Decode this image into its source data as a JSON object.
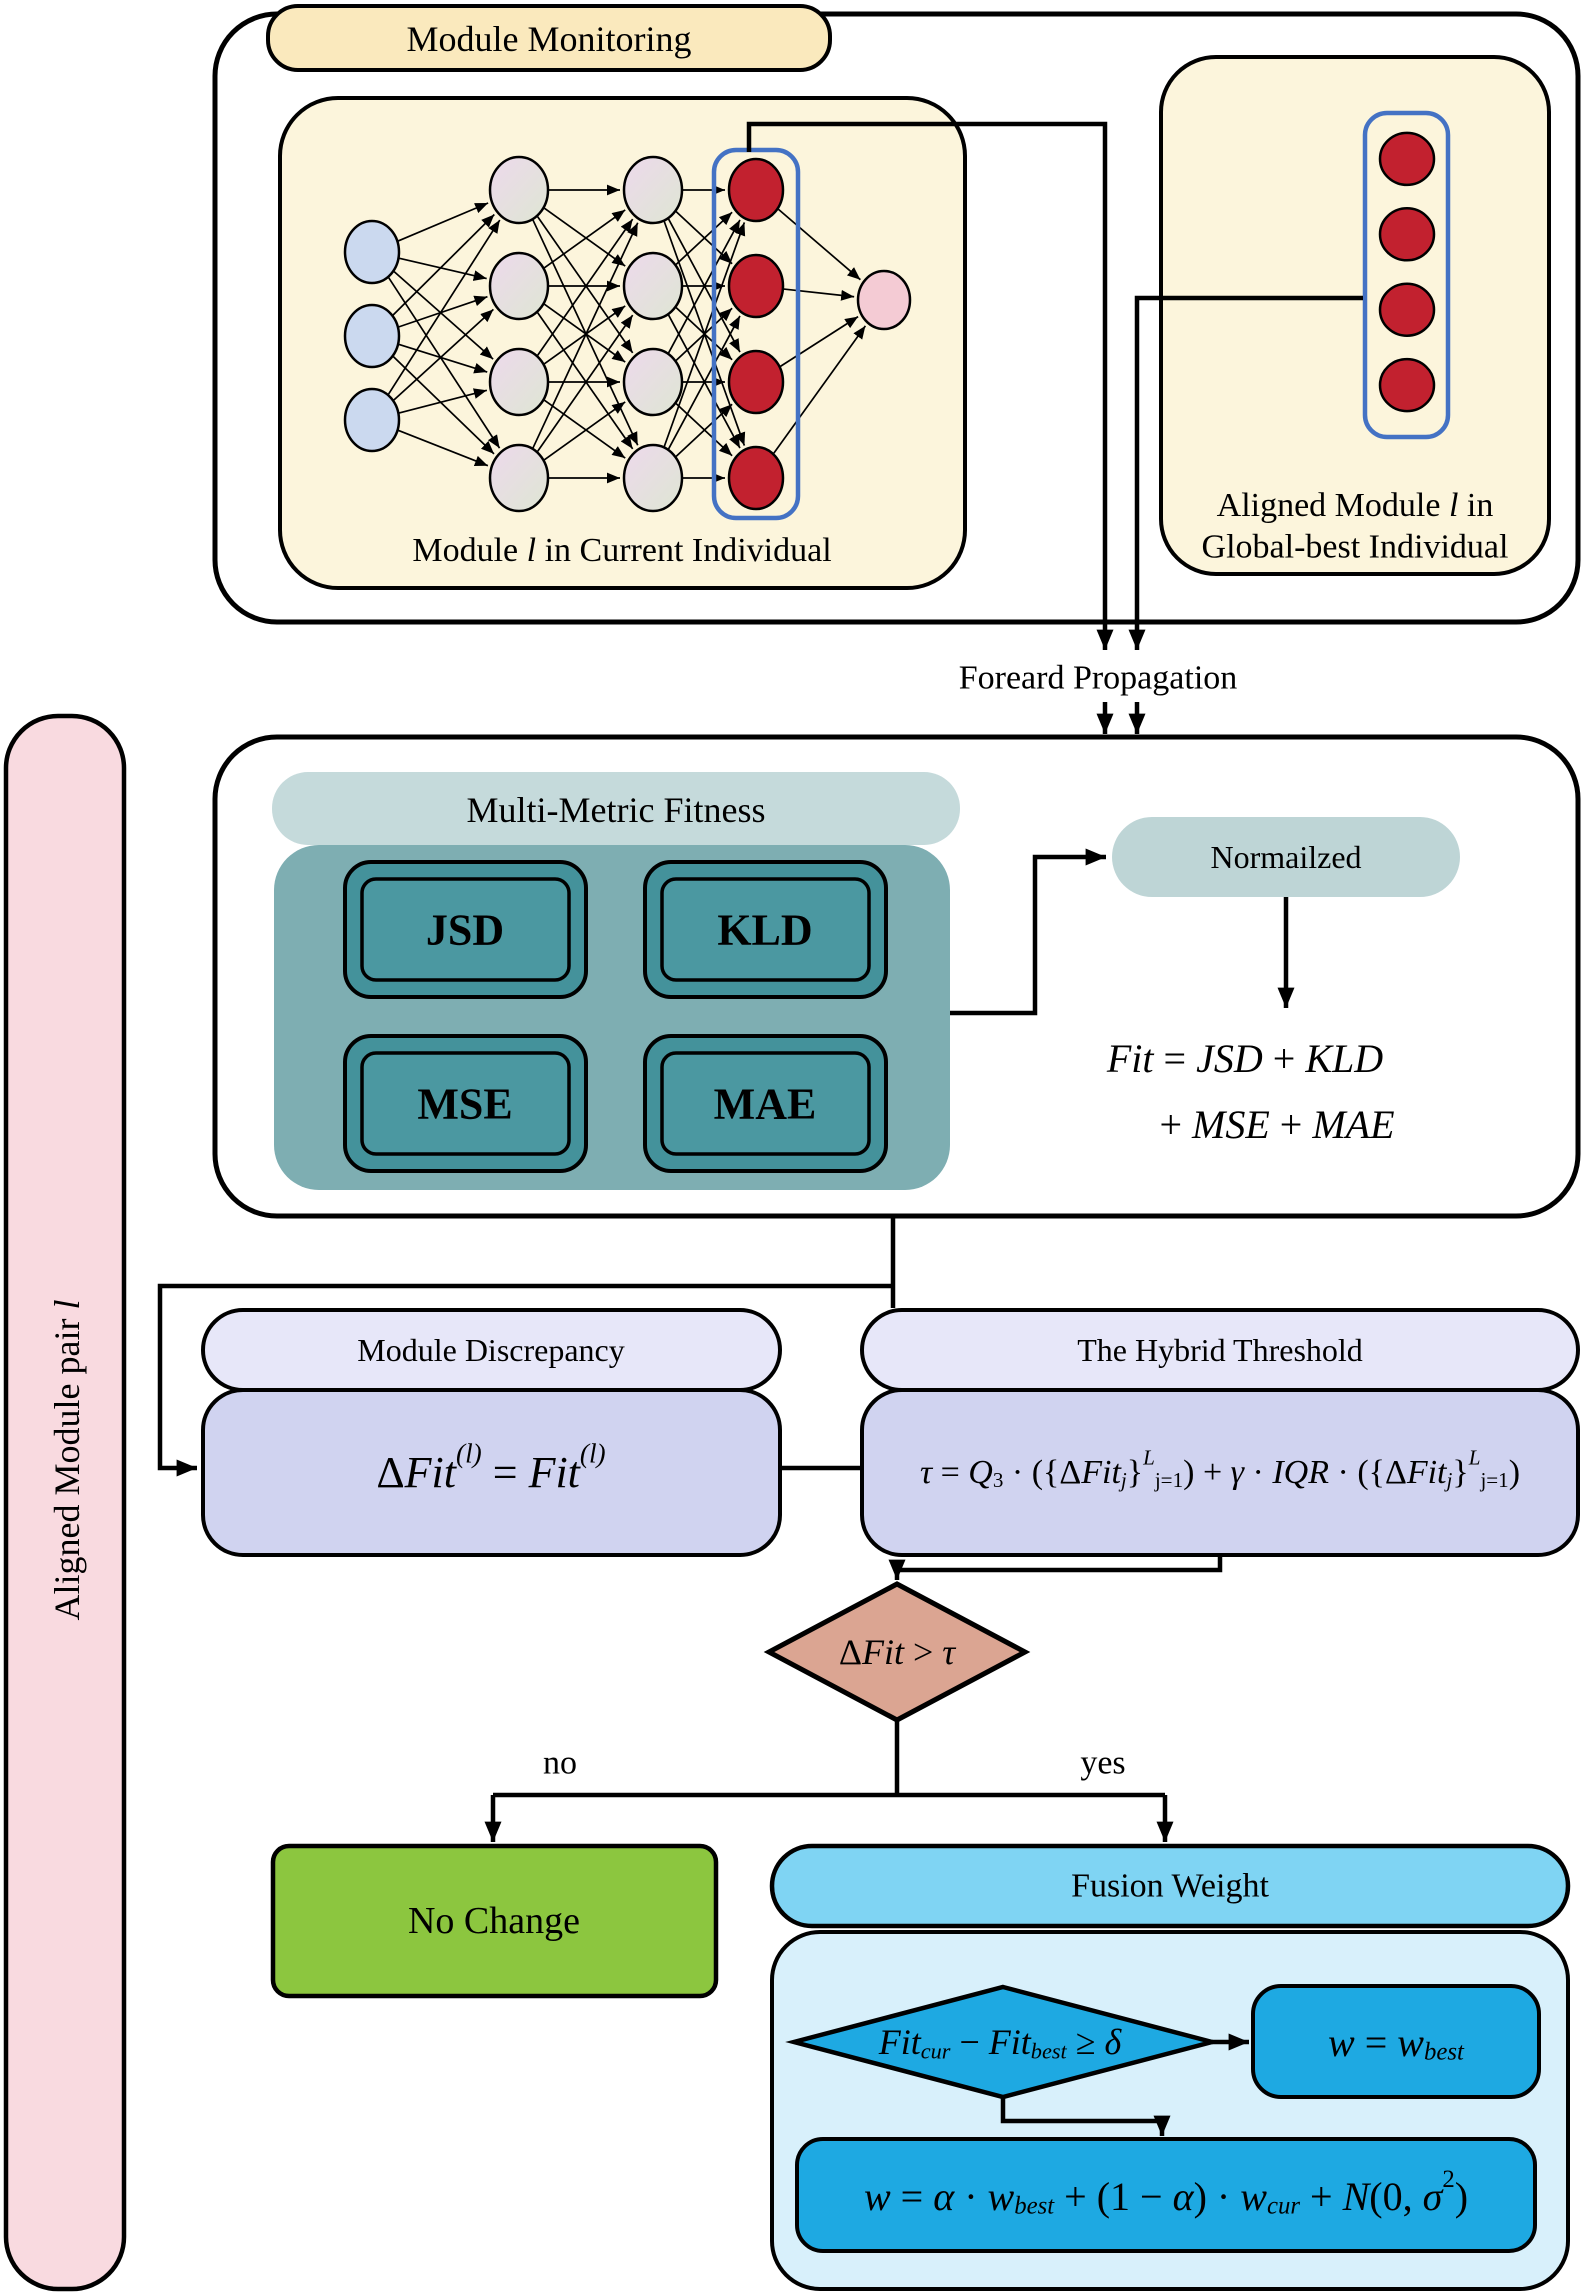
{
  "colors": {
    "cream": "#FCF5DC",
    "badge_yellow": "#FAE9BD",
    "pill_teal_light": "#C5DADB",
    "pill_teal_norm": "#BED5D6",
    "teal_panel": "#7EAEB2",
    "metric_outer": "#44929B",
    "metric_inner": "#4B98A1",
    "lavender_light": "#E7E7F9",
    "lavender": "#D0D3F0",
    "salmon": "#DBA592",
    "green": "#8CC63F",
    "sky_pill": "#7FD4F3",
    "sky_panel": "#D8F0FB",
    "bright_blue": "#1EA9E2",
    "pink_bar": "#F9DAE0",
    "node_blue": "#CBD9EF",
    "node_red": "#C2212F",
    "node_pink": "#F4CBD4",
    "node_grad_a": "#EDD9EC",
    "node_grad_b": "#DEE6D3",
    "module_stroke": "#4472C4"
  },
  "monitoring": {
    "badge": "Module Monitoring",
    "current_caption": [
      {
        "t": "Module "
      },
      {
        "t": "l",
        "i": true
      },
      {
        "t": " in Current Individual"
      }
    ],
    "aligned_caption1": [
      {
        "t": "Aligned Module "
      },
      {
        "t": "l",
        "i": true
      },
      {
        "t": " in"
      }
    ],
    "aligned_caption2": "Global-best Individual"
  },
  "network": {
    "layers": [
      {
        "name": "input",
        "count": 3,
        "fill": "node_blue"
      },
      {
        "name": "hidden1",
        "count": 4,
        "fill": "grad"
      },
      {
        "name": "hidden2",
        "count": 4,
        "fill": "grad"
      },
      {
        "name": "module",
        "count": 4,
        "fill": "node_red"
      },
      {
        "name": "output",
        "count": 1,
        "fill": "node_pink"
      }
    ],
    "aligned_module_nodes": 4
  },
  "forward": {
    "label": "Foreard Propagation"
  },
  "fitness": {
    "title": "Multi-Metric Fitness",
    "metrics": [
      "JSD",
      "KLD",
      "MSE",
      "MAE"
    ],
    "normalized_label": "Normailzed",
    "formula_line1": [
      {
        "t": "Fit",
        "i": true
      },
      {
        "t": " = "
      },
      {
        "t": "JSD",
        "i": true
      },
      {
        "t": " + "
      },
      {
        "t": "KLD",
        "i": true
      }
    ],
    "formula_line2": [
      {
        "t": "+ "
      },
      {
        "t": "MSE",
        "i": true
      },
      {
        "t": " + "
      },
      {
        "t": "MAE",
        "i": true
      }
    ]
  },
  "sidebar": {
    "label": [
      {
        "t": "Aligned Module pair "
      },
      {
        "t": "l",
        "i": true
      }
    ]
  },
  "discrepancy": {
    "title": "Module Discrepancy",
    "formula": [
      {
        "t": "Δ"
      },
      {
        "t": "Fit",
        "i": true
      },
      {
        "t": "(l)",
        "i": true,
        "sup": true
      },
      {
        "t": " = "
      },
      {
        "t": "Fit",
        "i": true
      },
      {
        "t": "(l)",
        "i": true,
        "sup": true
      }
    ]
  },
  "threshold": {
    "title": "The Hybrid Threshold",
    "formula": [
      {
        "t": "τ",
        "i": true
      },
      {
        "t": " = "
      },
      {
        "t": "Q",
        "i": true
      },
      {
        "t": "3",
        "sub": true
      },
      {
        "t": " · ({Δ"
      },
      {
        "t": "Fit",
        "i": true
      },
      {
        "t": "j",
        "i": true,
        "sub": true
      },
      {
        "t": "}"
      },
      {
        "t": "L",
        "i": true,
        "sup": true
      },
      {
        "t": "j=1",
        "sub": true
      },
      {
        "t": ") + "
      },
      {
        "t": "γ",
        "i": true
      },
      {
        "t": " · "
      },
      {
        "t": "IQR",
        "i": true
      },
      {
        "t": " · ({Δ"
      },
      {
        "t": "Fit",
        "i": true
      },
      {
        "t": "j",
        "i": true,
        "sub": true
      },
      {
        "t": "}"
      },
      {
        "t": "L",
        "i": true,
        "sup": true
      },
      {
        "t": "j=1",
        "sub": true
      },
      {
        "t": ")"
      }
    ]
  },
  "decision": {
    "condition": [
      {
        "t": "Δ"
      },
      {
        "t": "Fit",
        "i": true
      },
      {
        "t": " > "
      },
      {
        "t": "τ",
        "i": true
      }
    ],
    "no_label": "no",
    "yes_label": "yes"
  },
  "no_change": {
    "label": "No Change"
  },
  "fusion": {
    "title": "Fusion Weight",
    "condition": [
      {
        "t": "Fit",
        "i": true
      },
      {
        "t": "cur",
        "i": true,
        "sub": true
      },
      {
        "t": " − "
      },
      {
        "t": "Fit",
        "i": true
      },
      {
        "t": "best",
        "i": true,
        "sub": true
      },
      {
        "t": " ≥ "
      },
      {
        "t": "δ",
        "i": true
      }
    ],
    "case_equal": [
      {
        "t": "w",
        "i": true
      },
      {
        "t": " = "
      },
      {
        "t": "w",
        "i": true
      },
      {
        "t": "best",
        "i": true,
        "sub": true
      }
    ],
    "case_blend": [
      {
        "t": "w",
        "i": true
      },
      {
        "t": " = "
      },
      {
        "t": "α",
        "i": true
      },
      {
        "t": " · "
      },
      {
        "t": "w",
        "i": true
      },
      {
        "t": "best",
        "i": true,
        "sub": true
      },
      {
        "t": " + (1 − "
      },
      {
        "t": "α",
        "i": true
      },
      {
        "t": ") · "
      },
      {
        "t": "w",
        "i": true
      },
      {
        "t": "cur",
        "i": true,
        "sub": true
      },
      {
        "t": " + "
      },
      {
        "t": "N",
        "i": true
      },
      {
        "t": "(0, "
      },
      {
        "t": "σ",
        "i": true
      },
      {
        "t": "2",
        "sup": true
      },
      {
        "t": ")"
      }
    ]
  }
}
